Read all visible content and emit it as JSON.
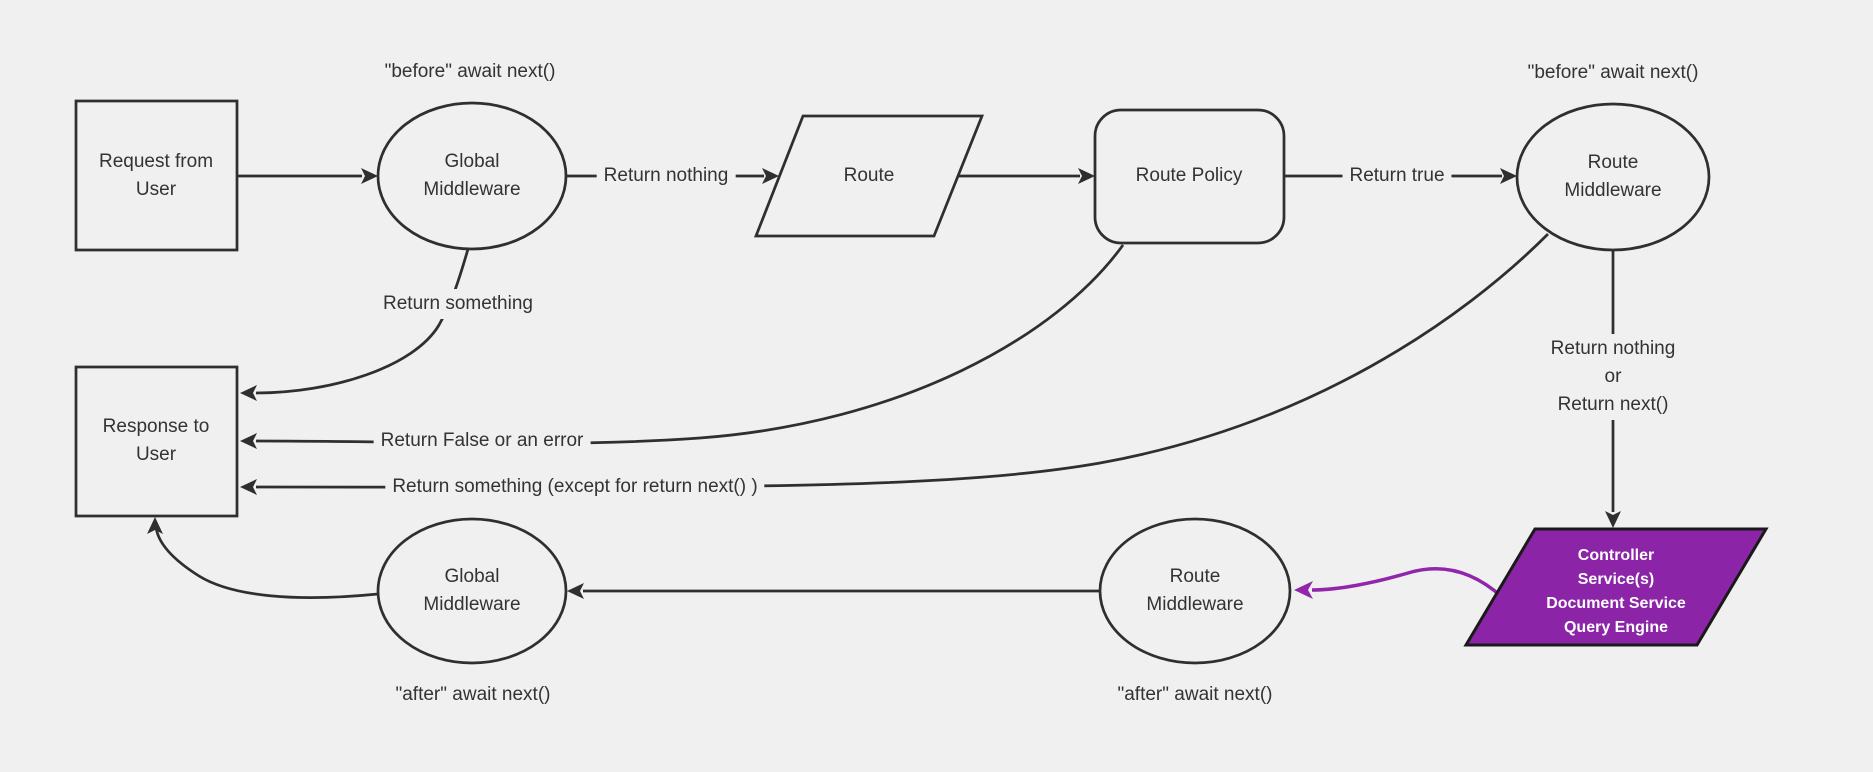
{
  "colors": {
    "background": "#f0f0f0",
    "line": "#2f2f2f",
    "text": "#333333",
    "node_fill": "#f0f0f0",
    "accent_fill": "#8b24a7",
    "accent_line": "#9126ad",
    "accent_text": "#ffffff",
    "shape_border_dark": "#1a1a1a"
  },
  "nodes": {
    "request_from_user": {
      "lines": [
        "Request from",
        "User"
      ]
    },
    "global_middleware_top": {
      "lines": [
        "Global",
        "Middleware"
      ]
    },
    "route": {
      "lines": [
        "Route"
      ]
    },
    "route_policy": {
      "lines": [
        "Route Policy"
      ]
    },
    "route_middleware_top": {
      "lines": [
        "Route",
        "Middleware"
      ]
    },
    "response_to_user": {
      "lines": [
        "Response to",
        "User"
      ]
    },
    "global_middleware_bottom": {
      "lines": [
        "Global",
        "Middleware"
      ]
    },
    "route_middleware_bottom": {
      "lines": [
        "Route",
        "Middleware"
      ]
    },
    "controller_services": {
      "lines": [
        "Controller",
        "Service(s)",
        "Document Service",
        "Query Engine"
      ]
    }
  },
  "edge_labels": {
    "return_nothing": "Return nothing",
    "return_true": "Return true",
    "return_something": "Return something",
    "return_false_or_error": "Return False or an error",
    "return_something_except": "Return something (except for return next() )",
    "return_nothing_or_next": [
      "Return nothing",
      "or",
      "Return next()"
    ]
  },
  "annotations": {
    "before_await_left": "\"before\" await next()",
    "before_await_right": "\"before\" await next()",
    "after_await_left": "\"after\" await next()",
    "after_await_right": "\"after\" await next()"
  }
}
